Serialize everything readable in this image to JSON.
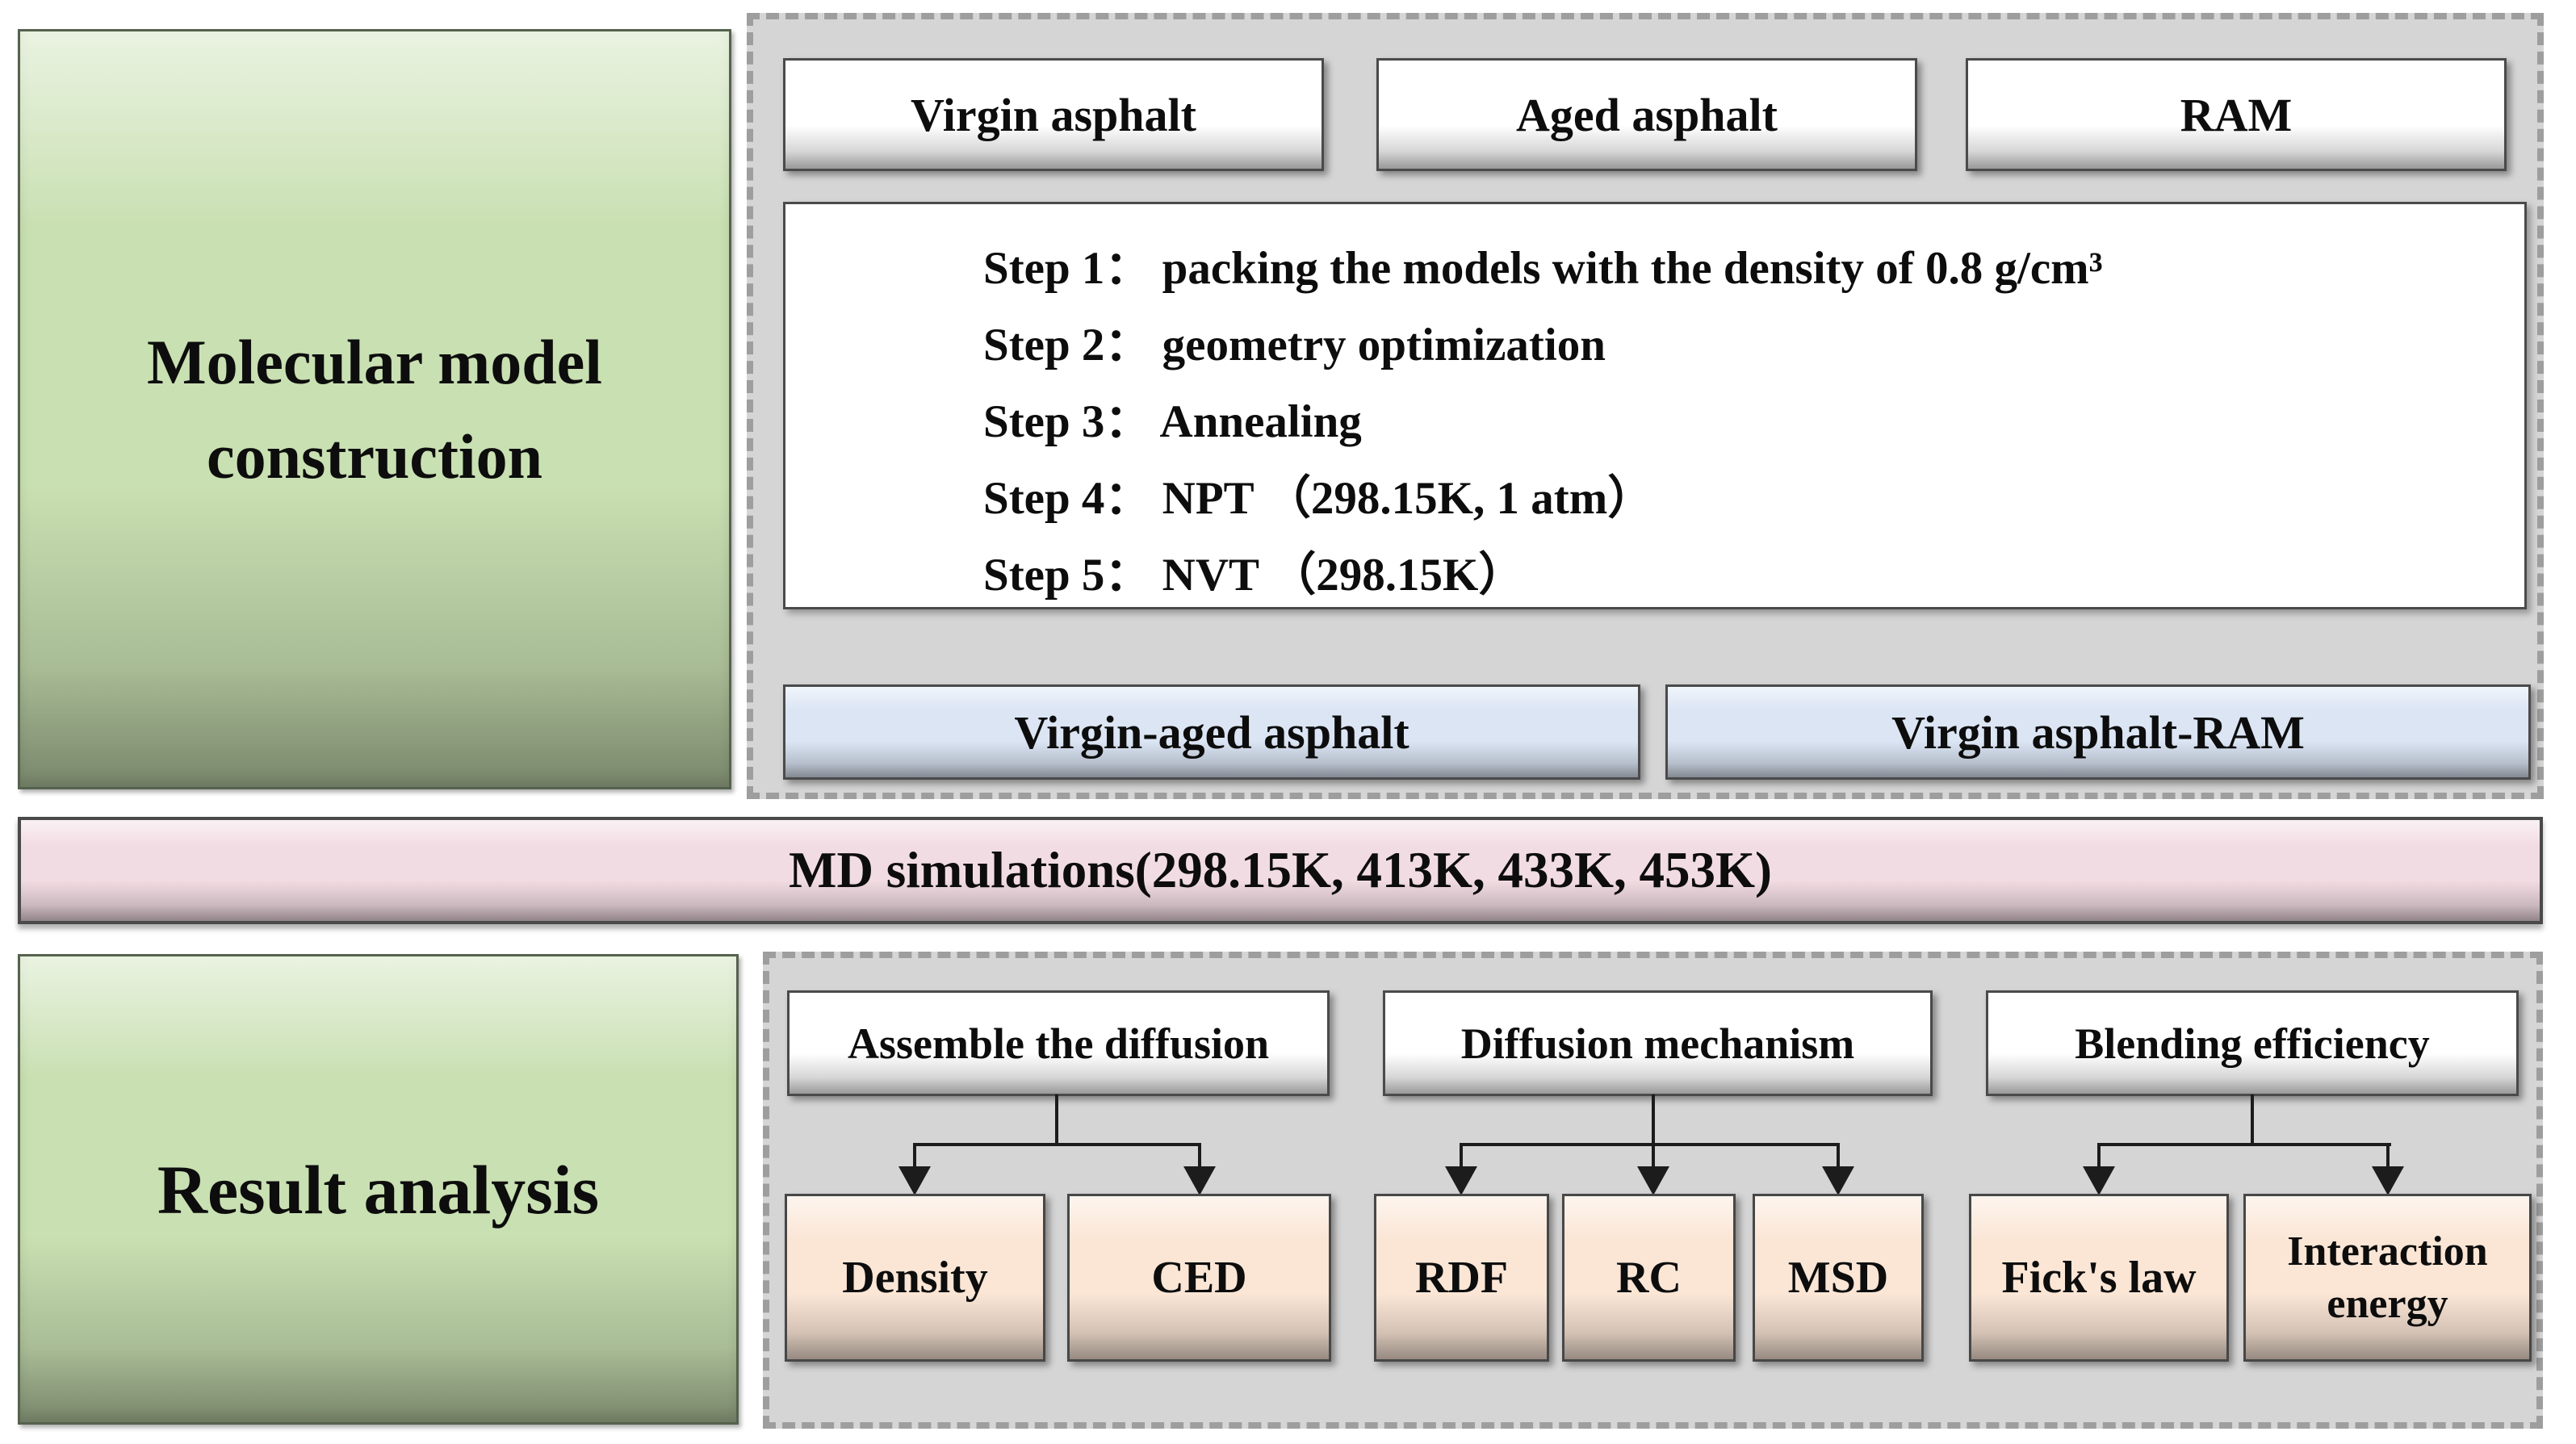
{
  "top": {
    "left_panel": "Molecular model construction",
    "model_boxes": [
      "Virgin asphalt",
      "Aged asphalt",
      "RAM"
    ],
    "steps": [
      "Step 1： packing the models with the density of 0.8 g/cm³",
      "Step 2： geometry optimization",
      "Step 3： Annealing",
      "Step 4： NPT （298.15K, 1 atm）",
      "Step 5： NVT （298.15K）"
    ],
    "blend_boxes": [
      "Virgin-aged asphalt",
      "Virgin asphalt-RAM"
    ]
  },
  "banner": "MD simulations(298.15K, 413K, 433K, 453K)",
  "bottom": {
    "left_panel": "Result analysis",
    "groups": [
      {
        "header": "Assemble the diffusion",
        "children": [
          "Density",
          "CED"
        ]
      },
      {
        "header": "Diffusion mechanism",
        "children": [
          "RDF",
          "RC",
          "MSD"
        ]
      },
      {
        "header": "Blending efficiency",
        "children": [
          "Fick's law",
          "Interaction energy"
        ]
      }
    ]
  },
  "colors": {
    "panel-green": "#c9e0b2",
    "container-gray": "#d5d5d5",
    "box-blue": "#dbe5f4",
    "banner-pink": "#f2dce3",
    "box-peach": "#fbe6d6",
    "line-black": "#1c1c1c"
  }
}
